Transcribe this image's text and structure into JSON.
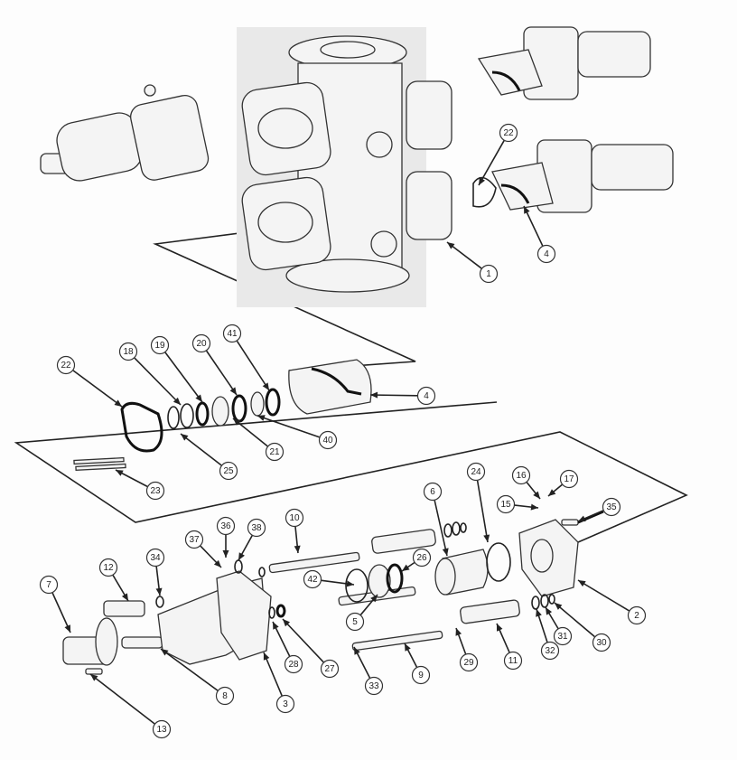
{
  "diagram": {
    "type": "exploded parts diagram",
    "callouts": [
      "22",
      "4",
      "1",
      "22",
      "18",
      "19",
      "20",
      "41",
      "4",
      "21",
      "40",
      "25",
      "23",
      "6",
      "24",
      "16",
      "17",
      "15",
      "35",
      "10",
      "36",
      "38",
      "37",
      "12",
      "34",
      "7",
      "42",
      "26",
      "5",
      "2",
      "30",
      "31",
      "32",
      "28",
      "27",
      "29",
      "11",
      "9",
      "33",
      "8",
      "3",
      "13"
    ]
  }
}
